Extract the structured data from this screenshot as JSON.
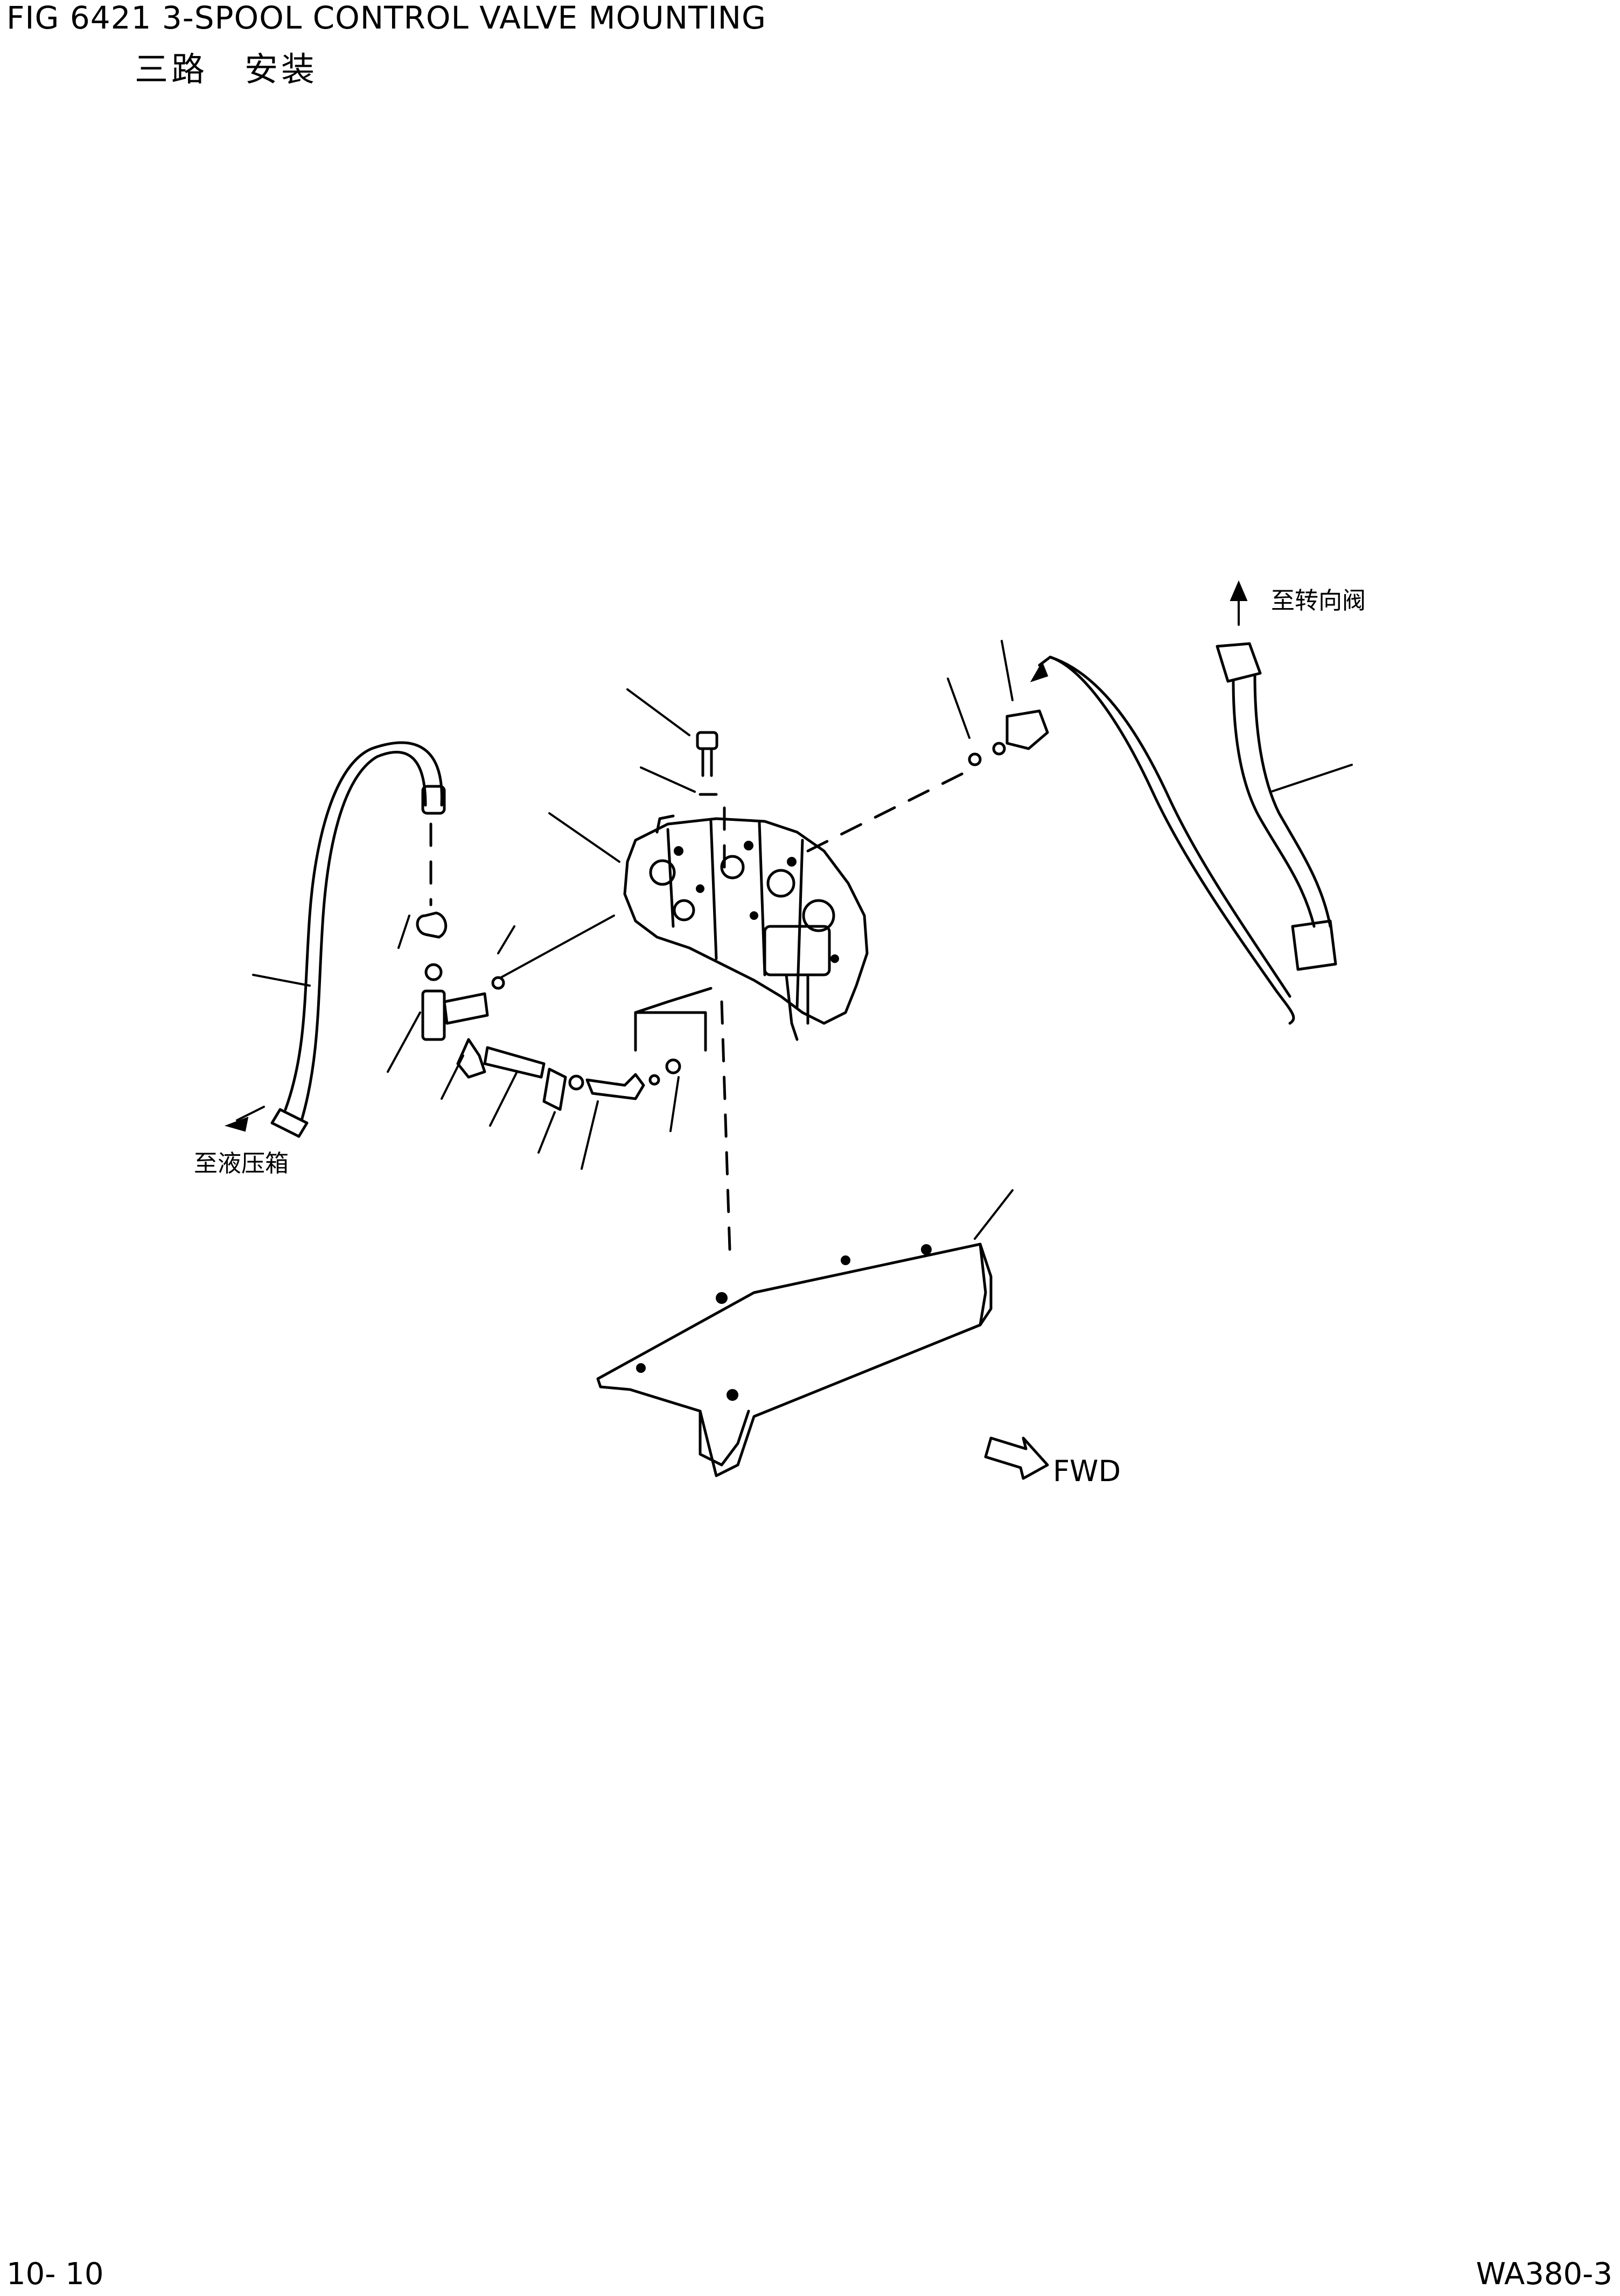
{
  "header": {
    "figure_title": "FIG 6421  3-SPOOL CONTROL VALVE MOUNTING",
    "subtitle": "三路　安装"
  },
  "footer": {
    "page_number": "10- 10",
    "model": "WA380-3"
  },
  "diagram": {
    "label_to_steering_valve": "至转向阀",
    "label_to_hydraulic_tank": "至液压箱",
    "label_forward": "FWD"
  }
}
